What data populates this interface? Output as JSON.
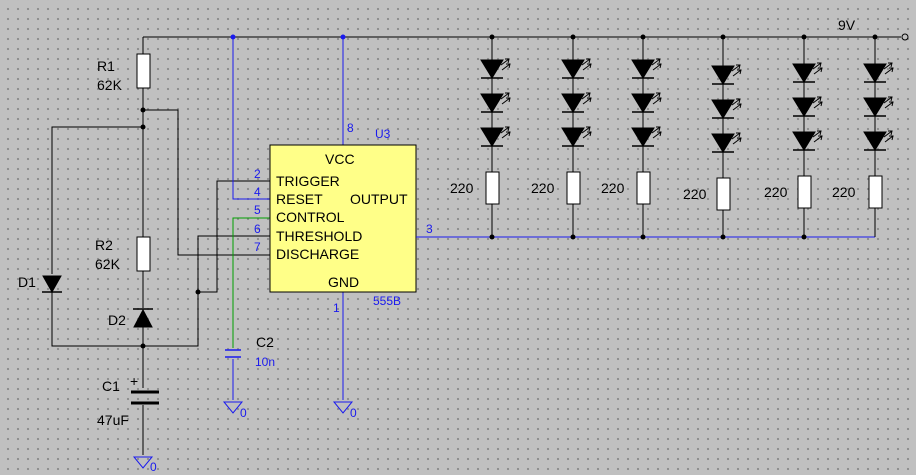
{
  "supply": {
    "label": "9V"
  },
  "ic": {
    "ref": "U3",
    "part": "555B",
    "pins": {
      "vcc": {
        "num": "8",
        "label": "VCC"
      },
      "gnd": {
        "num": "1",
        "label": "GND"
      },
      "trigger": {
        "num": "2",
        "label": "TRIGGER"
      },
      "reset": {
        "num": "4",
        "label": "RESET"
      },
      "control": {
        "num": "5",
        "label": "CONTROL"
      },
      "threshold": {
        "num": "6",
        "label": "THRESHOLD"
      },
      "discharge": {
        "num": "7",
        "label": "DISCHARGE"
      },
      "output": {
        "num": "3",
        "label": "OUTPUT"
      }
    }
  },
  "components": {
    "r1": {
      "ref": "R1",
      "value": "62K"
    },
    "r2": {
      "ref": "R2",
      "value": "62K"
    },
    "d1": {
      "ref": "D1"
    },
    "d2": {
      "ref": "D2"
    },
    "c1": {
      "ref": "C1",
      "value": "47uF",
      "polarity": "+"
    },
    "c2": {
      "ref": "C2",
      "value": "10n"
    }
  },
  "ground_labels": {
    "g1": "0",
    "g2": "0",
    "g3": "0"
  },
  "led_strings": [
    {
      "resistor": "220"
    },
    {
      "resistor": "220"
    },
    {
      "resistor": "220"
    },
    {
      "resistor": "220"
    },
    {
      "resistor": "220"
    },
    {
      "resistor": "220"
    }
  ]
}
